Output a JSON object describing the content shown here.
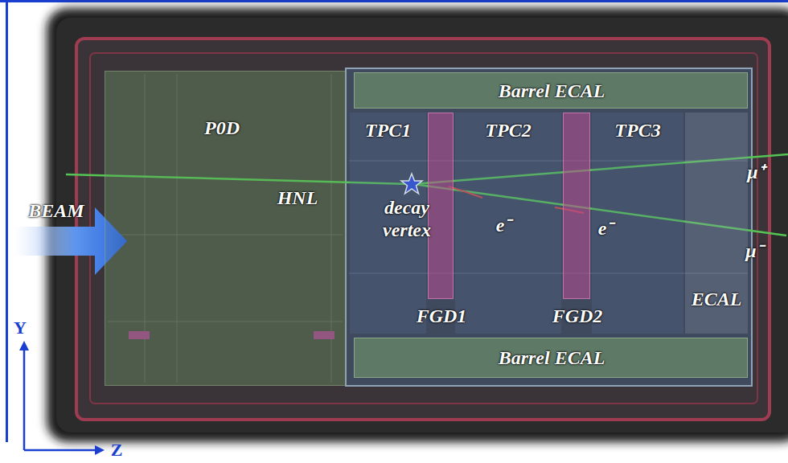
{
  "diagram": {
    "nodes": [
      {
        "text": [
          "Barrel ECAL"
        ]
      },
      {
        "text": [
          "P0D"
        ]
      },
      {
        "text": [
          "TPC1"
        ]
      },
      {
        "text": [
          "TPC2"
        ]
      },
      {
        "text": [
          "TPC3"
        ]
      },
      {
        "text": [
          "FGD1"
        ]
      },
      {
        "text": [
          "FGD2"
        ]
      },
      {
        "text": [
          "ECAL"
        ]
      },
      {
        "text": [
          "Barrel ECAL"
        ]
      }
    ],
    "labels": [
      "HNL",
      "BEAM",
      "decay vertex",
      "e⁻",
      "e⁻",
      "μ⁺",
      "μ⁻",
      "Y",
      "Z"
    ]
  }
}
